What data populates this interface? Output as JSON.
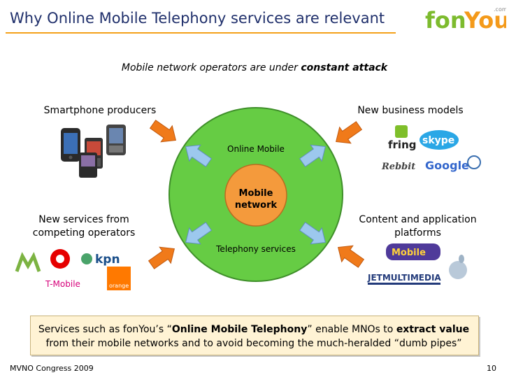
{
  "slide": {
    "title": "Why Online Mobile Telephony services are relevant",
    "logo_text": "fonYou",
    "logo_suffix": ".com",
    "subtitle_prefix": "Mobile network operators are under ",
    "subtitle_emphasis": "constant attack",
    "groups": {
      "top_left": "Smartphone producers",
      "top_right": "New business models",
      "bottom_left_line1": "New services from",
      "bottom_left_line2": "competing operators",
      "bottom_right_line1": "Content and application",
      "bottom_right_line2": "platforms"
    },
    "diagram": {
      "outer_top": "Online Mobile",
      "outer_bottom": "Telephony services",
      "core_line1": "Mobile",
      "core_line2": "network",
      "colors": {
        "outer": "#66cc44",
        "core": "#f49a3c",
        "attack_arrow": "#f07a1a",
        "defense_arrow": "#9cc8ee"
      }
    },
    "logos": {
      "top_right": [
        "fring",
        "skype",
        "Rebbit",
        "Google"
      ],
      "bottom_left": [
        "kpn",
        "T-Mobile",
        "orange"
      ],
      "bottom_right": [
        "Mobile",
        "JETMULTIMEDIA"
      ]
    },
    "callout": {
      "t1": "Services such as fonYou’s “",
      "t2": "Online Mobile Telephony",
      "t3": "” enable MNOs to ",
      "t4": "extract value",
      "t5": "from their mobile networks and to avoid becoming the much-heralded “dumb pipes”"
    },
    "footer": {
      "left": "MVNO Congress 2009",
      "page": "10"
    }
  }
}
